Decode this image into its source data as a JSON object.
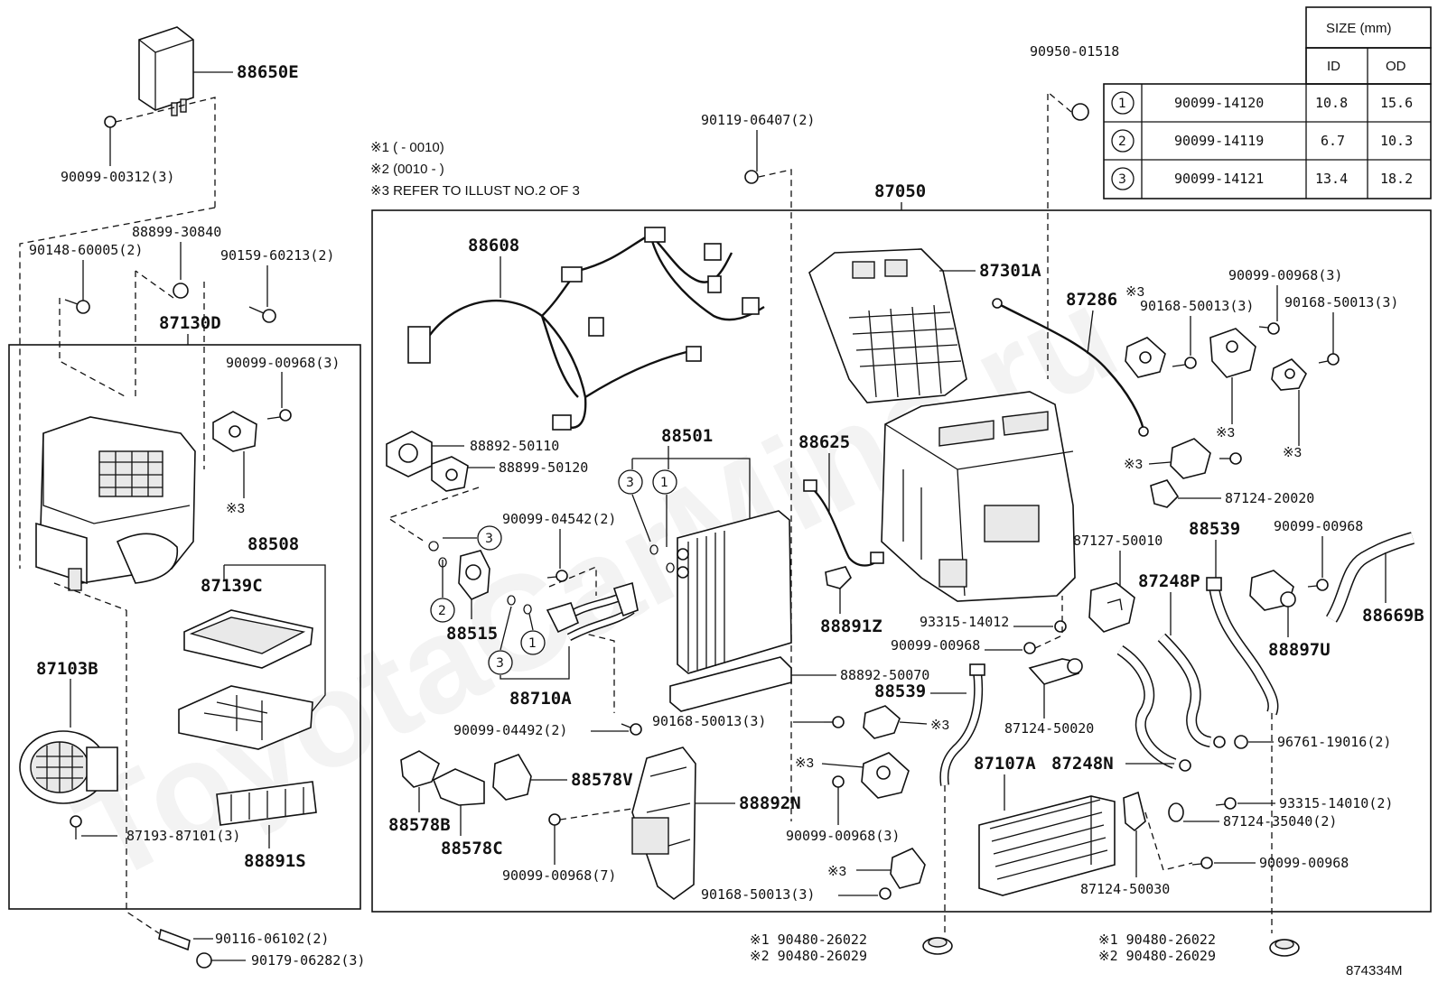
{
  "watermark": "ToyotaCarMine.ru",
  "figure_id": "874334M",
  "notes": [
    "※1 (      - 0010)",
    "※2 (0010 -      )",
    "※3 REFER TO ILLUST NO.2 OF 3"
  ],
  "size_table": {
    "title": "SIZE (mm)",
    "col_id": "ID",
    "col_od": "OD",
    "rows": [
      {
        "mark": "1",
        "part": "90099-14120",
        "id": "10.8",
        "od": "15.6"
      },
      {
        "mark": "2",
        "part": "90099-14119",
        "id": "6.7",
        "od": "10.3"
      },
      {
        "mark": "3",
        "part": "90099-14121",
        "id": "13.4",
        "od": "18.2"
      }
    ]
  },
  "labels": {
    "p88650E": "88650E",
    "p90099_00312": "90099-00312(3)",
    "p88899_30840": "88899-30840",
    "p90148_60005": "90148-60005(2)",
    "p90159_60213": "90159-60213(2)",
    "p87130D": "87130D",
    "p90099_00968_3a": "90099-00968(3)",
    "x3a": "※3",
    "p88508": "88508",
    "p87139C": "87139C",
    "p87103B": "87103B",
    "p87193_87101": "87193-87101(3)",
    "p88891S": "88891S",
    "p90116_06102": "90116-06102(2)",
    "p90179_06282": "90179-06282(3)",
    "p90119_06407": "90119-06407(2)",
    "p88608": "88608",
    "p88892_50110": "88892-50110",
    "p88899_50120": "88899-50120",
    "p88501": "88501",
    "p90099_04542": "90099-04542(2)",
    "p88515": "88515",
    "p88710A": "88710A",
    "p88892_50070": "88892-50070",
    "p90099_04492": "90099-04492(2)",
    "p88578V": "88578V",
    "p88892N": "88892N",
    "p88578B": "88578B",
    "p88578C": "88578C",
    "p90099_00968_7": "90099-00968(7)",
    "p87050": "87050",
    "p90950_01518": "90950-01518",
    "p87301A": "87301A",
    "p87286": "87286",
    "x3b": "※3",
    "p90168_50013_3a": "90168-50013(3)",
    "p90099_00968_3b": "90099-00968(3)",
    "p90168_50013_3b": "90168-50013(3)",
    "x3c": "※3",
    "x3d": "※3",
    "x3e": "※3",
    "p87124_20020": "87124-20020",
    "p88625": "88625",
    "p87127_50010": "87127-50010",
    "p88539a": "88539",
    "p90099_00968a": "90099-00968",
    "p87248P": "87248P",
    "p88669B": "88669B",
    "p88897U": "88897U",
    "p88891Z": "88891Z",
    "p93315_14012": "93315-14012",
    "p90099_00968b": "90099-00968",
    "p88539b": "88539",
    "x3f": "※3",
    "p87124_50020": "87124-50020",
    "p90168_50013_3c": "90168-50013(3)",
    "p87107A": "87107A",
    "p87248N": "87248N",
    "p96761_19016": "96761-19016(2)",
    "x3g": "※3",
    "p90099_00968_3c": "90099-00968(3)",
    "x3h": "※3",
    "p90168_50013_3d": "90168-50013(3)",
    "p93315_14010": "93315-14010(2)",
    "p87124_35040": "87124-35040(2)",
    "p90099_00968c": "90099-00968",
    "p87124_50030": "87124-50030",
    "g1_l1": "※1 90480-26022",
    "g1_l2": "※2 90480-26029",
    "g2_l1": "※1 90480-26022",
    "g2_l2": "※2 90480-26029"
  },
  "circle_marks": [
    "3",
    "1",
    "3",
    "2",
    "3",
    "1"
  ]
}
